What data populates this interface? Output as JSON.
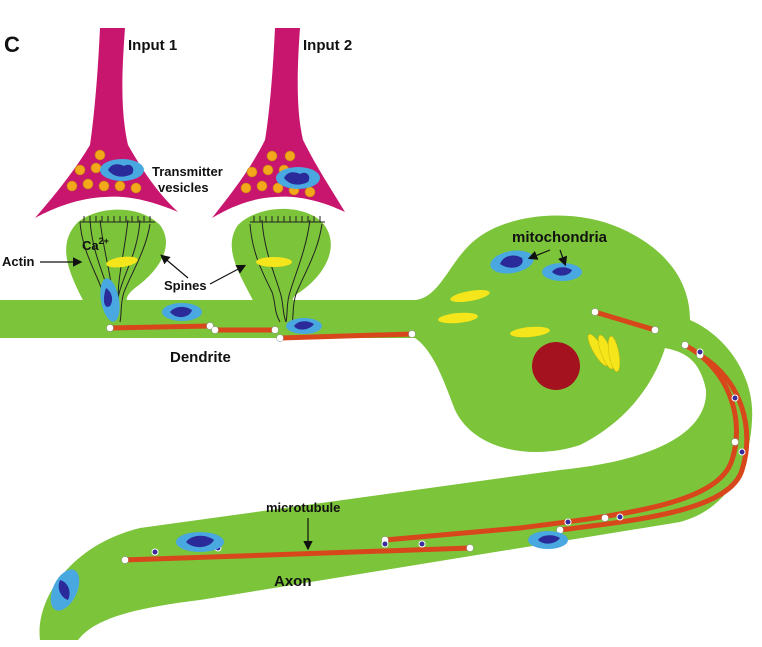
{
  "panel": {
    "letter": "C"
  },
  "labels": {
    "input1": "Input 1",
    "input2": "Input 2",
    "transmitter_line1": "Transmitter",
    "transmitter_line2": "vesicles",
    "actin": "Actin",
    "ca_base": "Ca",
    "ca_sup": "2+",
    "spines": "Spines",
    "dendrite": "Dendrite",
    "mitochondria": "mitochondria",
    "microtubule": "microtubule",
    "axon": "Axon"
  },
  "colors": {
    "neuron_green": "#7cc43a",
    "neuron_outline": "#2f5f14",
    "presynaptic_magenta": "#c8166f",
    "vesicle_orange": "#f3a81c",
    "mito_outer": "#4aa8e0",
    "mito_inner": "#2a2a9a",
    "microtubule": "#d8461c",
    "nucleus": "#a3121e",
    "er_yellow": "#f5e61c"
  }
}
